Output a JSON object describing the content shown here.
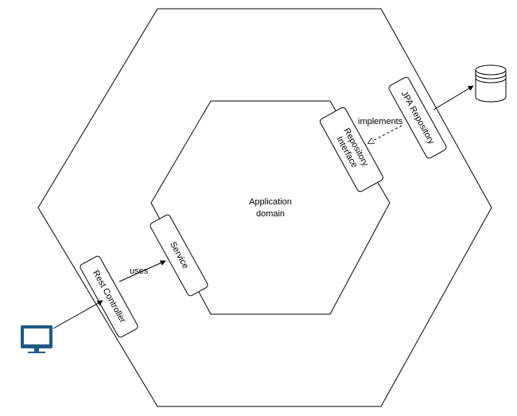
{
  "diagram": {
    "center_line1": "Application",
    "center_line2": "domain",
    "edge_uses": "uses",
    "edge_implements": "implements",
    "boxes": {
      "rest_controller": "Rest Controller",
      "service": "Service",
      "repository_line1": "Repository",
      "repository_line2": "Interface",
      "jpa_repository": "JPA Repository"
    },
    "icons": {
      "client": "monitor-icon",
      "database": "database-icon"
    },
    "colors": {
      "stroke": "#000000",
      "monitor": "#1f5a85",
      "database_stroke": "#000000"
    }
  }
}
